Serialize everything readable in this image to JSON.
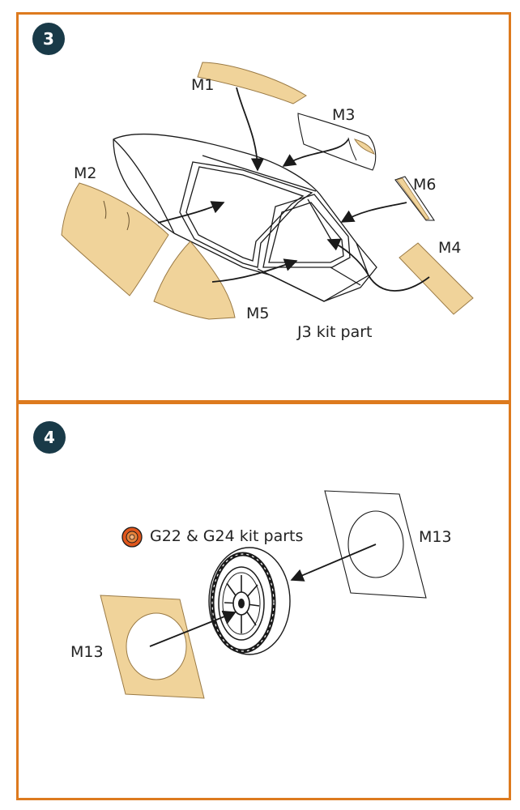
{
  "colors": {
    "frame": "#dd7a1e",
    "badge": "#193a48",
    "mask_fill": "#f0d39a",
    "mask_edge": "#9a7a45",
    "line": "#1a1a1a"
  },
  "step3": {
    "number": "3",
    "labels": {
      "m1": "M1",
      "m2": "M2",
      "m3": "M3",
      "m4": "M4",
      "m5": "M5",
      "m6": "M6"
    },
    "kit_part": "J3 kit part"
  },
  "step4": {
    "number": "4",
    "parts_note": "G22 & G24 kit parts",
    "parts_icon": "paint-swatch-icon",
    "labels": {
      "m13_right": "M13",
      "m13_left": "M13"
    }
  }
}
